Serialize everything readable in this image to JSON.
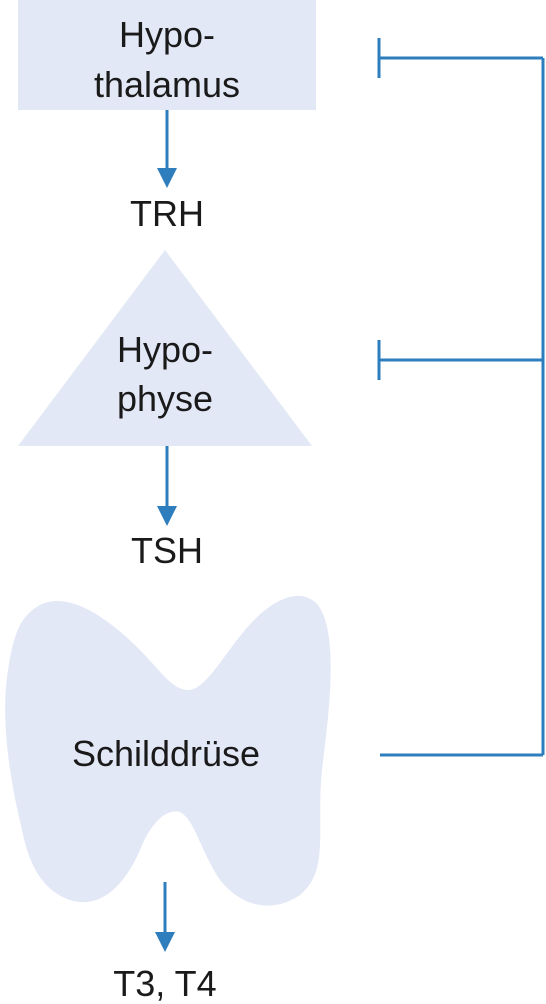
{
  "colors": {
    "shape_fill": "#e3e8f7",
    "arrow": "#2e7dbd",
    "feedback": "#2e7dbd",
    "text": "#1a1a1a"
  },
  "hypothalamus": {
    "line1": "Hypo-",
    "line2": "thalamus"
  },
  "trh": "TRH",
  "hypophyse": {
    "line1": "Hypo-",
    "line2": "physe"
  },
  "tsh": "TSH",
  "schilddruese": "Schilddrüse",
  "output": "T3, T4"
}
